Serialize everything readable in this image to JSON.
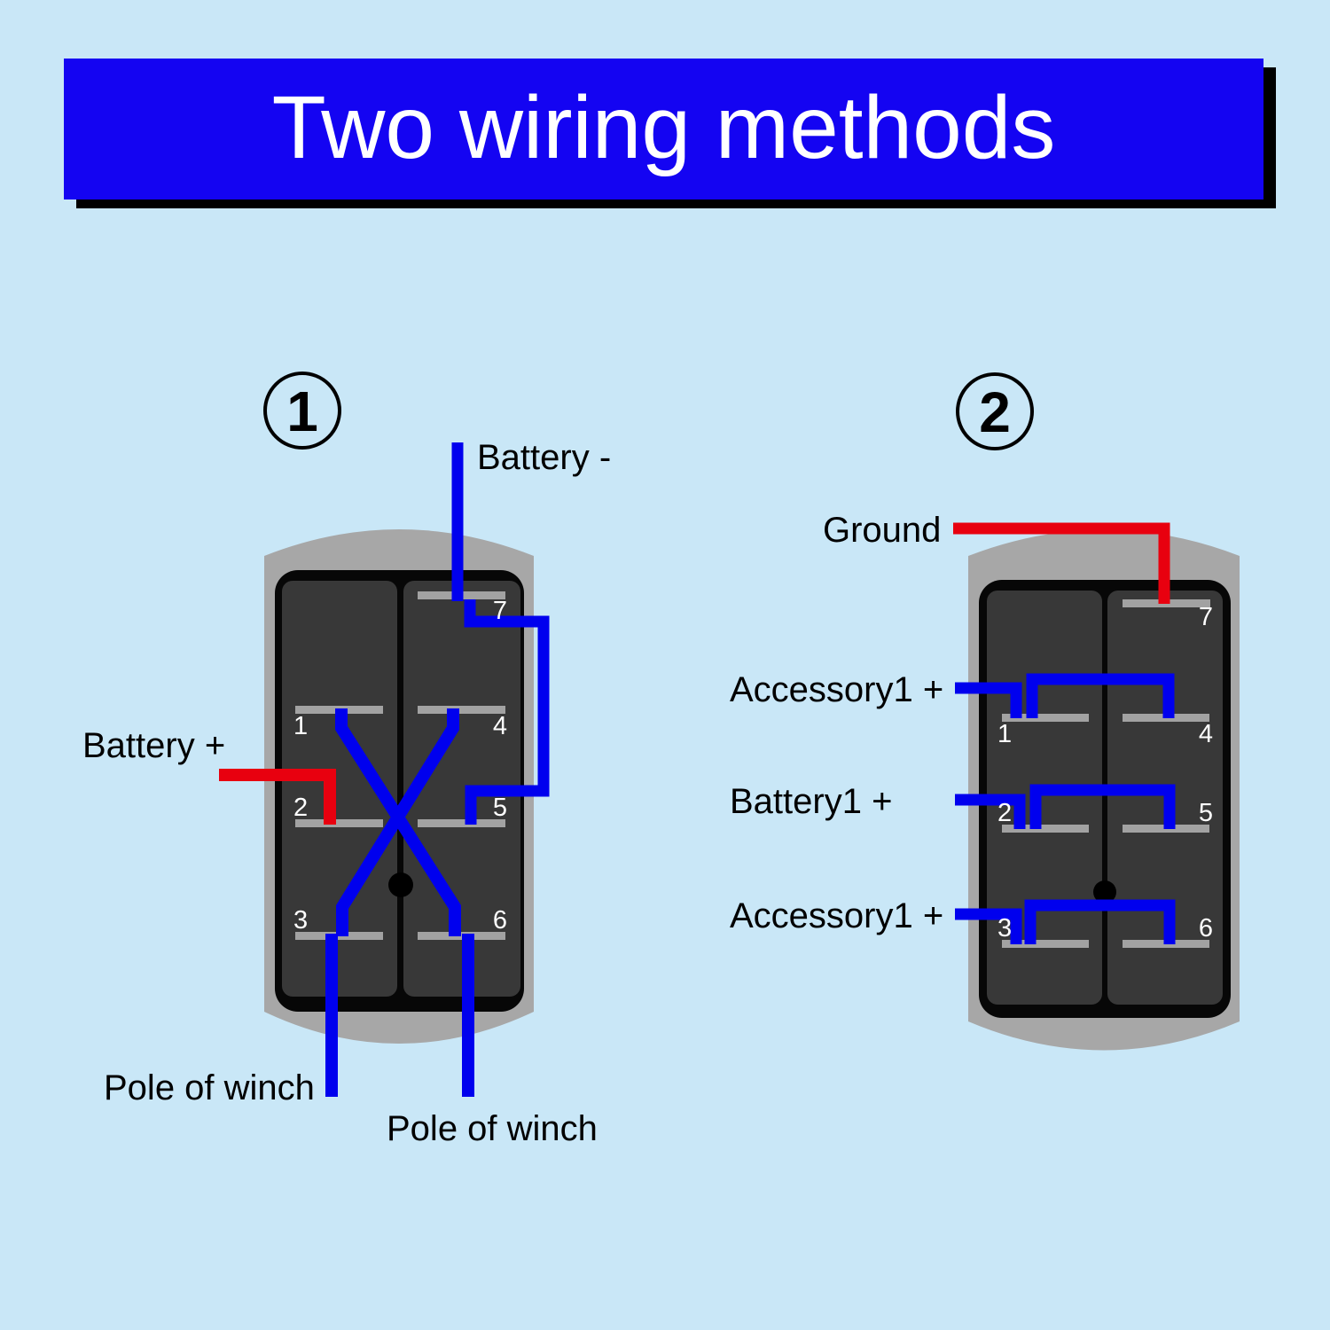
{
  "title": "Two wiring methods",
  "colors": {
    "background": "#c9e7f7",
    "banner_blue": "#1404f2",
    "wire_blue": "#0000ee",
    "wire_red": "#e8000f",
    "switch_body_gray": "#a7a7a7",
    "switch_face_black": "#070707",
    "panel_dark_gray": "#383838",
    "terminal_bar_gray": "#a2a2a2",
    "pin_number_white": "#ffffff",
    "label_black": "#000000"
  },
  "method1": {
    "badge": "1",
    "pins": [
      "1",
      "2",
      "3",
      "4",
      "5",
      "6",
      "7"
    ],
    "labels": {
      "battery_minus": "Battery -",
      "battery_plus": "Battery +",
      "pole_of_winch_left": "Pole of winch",
      "pole_of_winch_right": "Pole of winch"
    }
  },
  "method2": {
    "badge": "2",
    "pins": [
      "1",
      "2",
      "3",
      "4",
      "5",
      "6",
      "7"
    ],
    "labels": {
      "ground": "Ground",
      "accessory1_top": "Accessory1 +",
      "battery1": "Battery1 +",
      "accessory1_bottom": "Accessory1 +"
    }
  }
}
